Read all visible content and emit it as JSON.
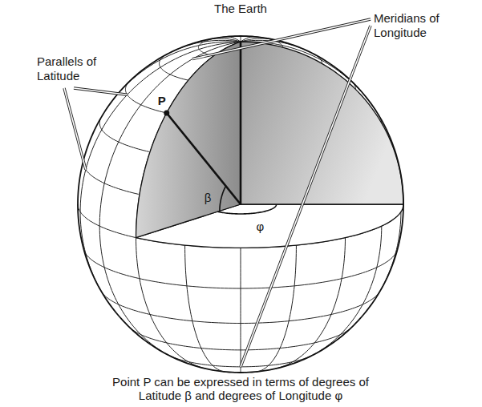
{
  "diagram": {
    "title": "The Earth",
    "caption": "Point P can be expressed in terms of degrees of Latitude β and degrees of Longitude φ",
    "labels": [
      "Parallels of Latitude",
      "Meridians of Longitude",
      "P",
      "β",
      "φ"
    ]
  }
}
